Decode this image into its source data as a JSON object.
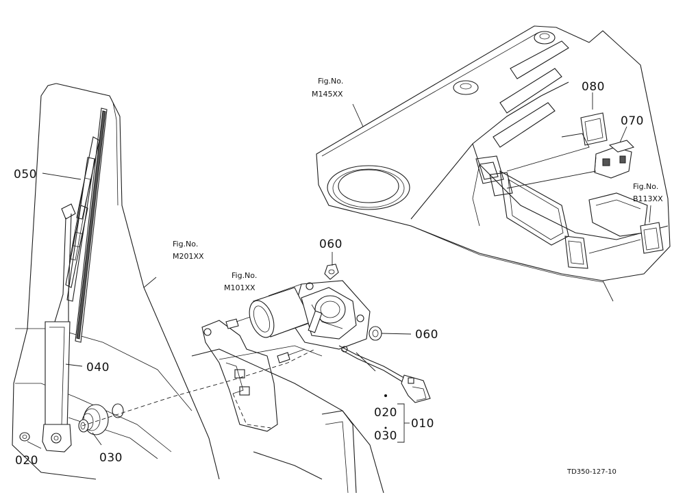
{
  "callouts": {
    "p010": "010",
    "p020_a": "020",
    "p020_b": "020",
    "p030_a": "030",
    "p030_b": "030",
    "p040": "040",
    "p050": "050",
    "p060_a": "060",
    "p060_b": "060",
    "p070": "070",
    "p080": "080"
  },
  "fig_refs": {
    "m145": {
      "line1": "Fig.No.",
      "line2": "M145XX"
    },
    "m201": {
      "line1": "Fig.No.",
      "line2": "M201XX"
    },
    "m101": {
      "line1": "Fig.No.",
      "line2": "M101XX"
    },
    "b113": {
      "line1": "Fig.No.",
      "line2": "B113XX"
    }
  },
  "drawing_code": "TD350-127-10"
}
